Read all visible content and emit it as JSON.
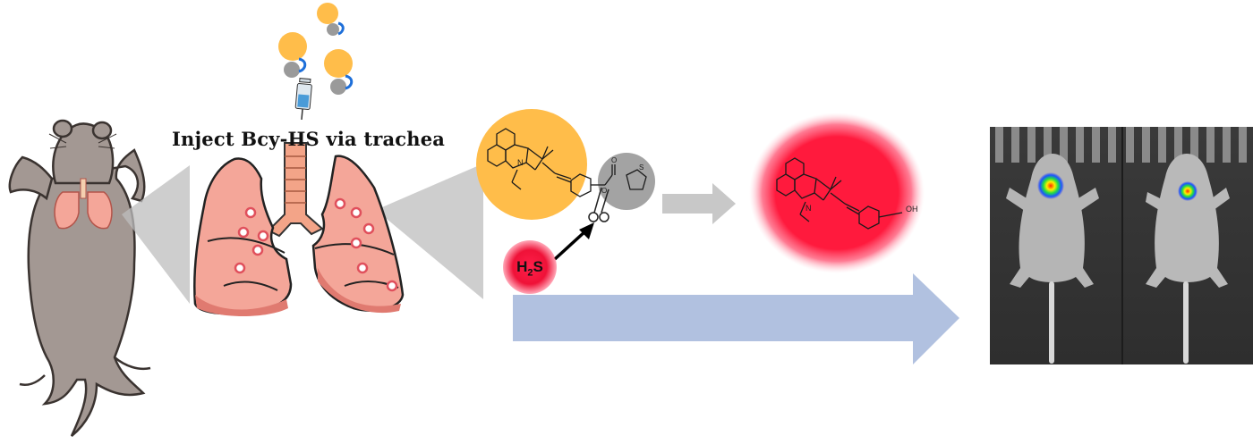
{
  "caption": "Inject Bcy-HS via trachea",
  "h2s": {
    "main": "H",
    "sub": "2",
    "tail": "S"
  },
  "product_label": "OH",
  "n_label": "N",
  "colors": {
    "mouse": "#a39893",
    "lung": "#f4a699",
    "lung_dark": "#e07a70",
    "probe_orange": "#ffbd4a",
    "probe_gray": "#9a9a9a",
    "fluor_red": "#ff1a3d",
    "arrow_blue": "#b1c1e0",
    "arrow_gray": "#c8c8c8"
  }
}
